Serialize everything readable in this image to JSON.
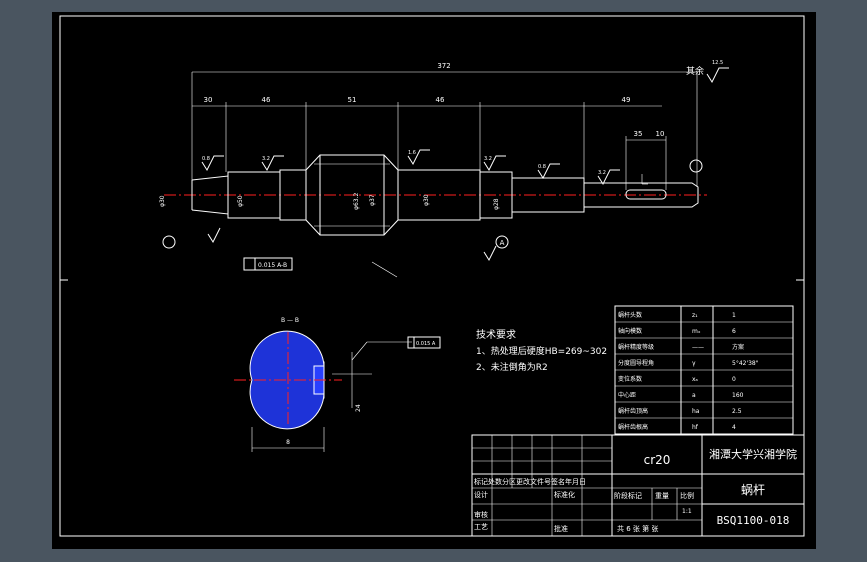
{
  "colors": {
    "frame_bg": "#000000",
    "outer_bg": "#4a5560",
    "line": "#ffffff",
    "centerline": "#ff2020",
    "hatch": "#3050ff"
  },
  "dimensions": {
    "overall": "372",
    "seg1": "30",
    "seg2": "46",
    "seg3": "51",
    "seg4": "46",
    "seg5": "49",
    "key_len": "35",
    "key_off": "10"
  },
  "diameters": {
    "d_left": "φ30",
    "d_mid": "φ50",
    "d_worm": "φ63.2",
    "d_root": "φ37",
    "d_right_mid": "φ30",
    "d_right_end": "φ28"
  },
  "roughness": {
    "r1": "0.8",
    "r2": "3.2",
    "r3": "1.6",
    "r4": "3.2",
    "r5": "0.8",
    "r6": "3.2",
    "rest": "其余",
    "rest_value": "12.5"
  },
  "datum": {
    "A": "A"
  },
  "tolerance_frame": {
    "main": "0.015 A-B",
    "section": "0.015 A"
  },
  "section_label": "B — B",
  "section_dims": {
    "width": "8",
    "depth": "24"
  },
  "tech_requirements": {
    "title": "技术要求",
    "item1": "1、热处理后硬度HB=269~302",
    "item2": "2、未注倒角为R2"
  },
  "params_table": [
    [
      "蜗杆头数",
      "z₁",
      "1"
    ],
    [
      "轴向模数",
      "mₓ",
      "6"
    ],
    [
      "蜗杆精度等级",
      "——",
      "方案"
    ],
    [
      "分度圆导程角",
      "γ",
      "5°42'38\""
    ],
    [
      "变位系数",
      "xₐ",
      "0"
    ],
    [
      "中心距",
      "a",
      "160"
    ],
    [
      "蜗杆齿顶高",
      "ha",
      "2.5"
    ],
    [
      "蜗杆齿根高",
      "hf",
      "4"
    ]
  ],
  "title_block": {
    "material": "cr20",
    "school": "湘潭大学兴湘学院",
    "part_name": "蜗杆",
    "drawing_no": "BSQ1100-018",
    "row_marks": "标记处数分区更改文件号签名年月日",
    "design": "设计",
    "standard": "标准化",
    "stage": "阶段标记",
    "weight": "重量",
    "scale": "比例",
    "scale_value": "1:1",
    "review": "审核",
    "process": "工艺",
    "approve": "批准",
    "sheets": "共 6 张 第 张"
  }
}
